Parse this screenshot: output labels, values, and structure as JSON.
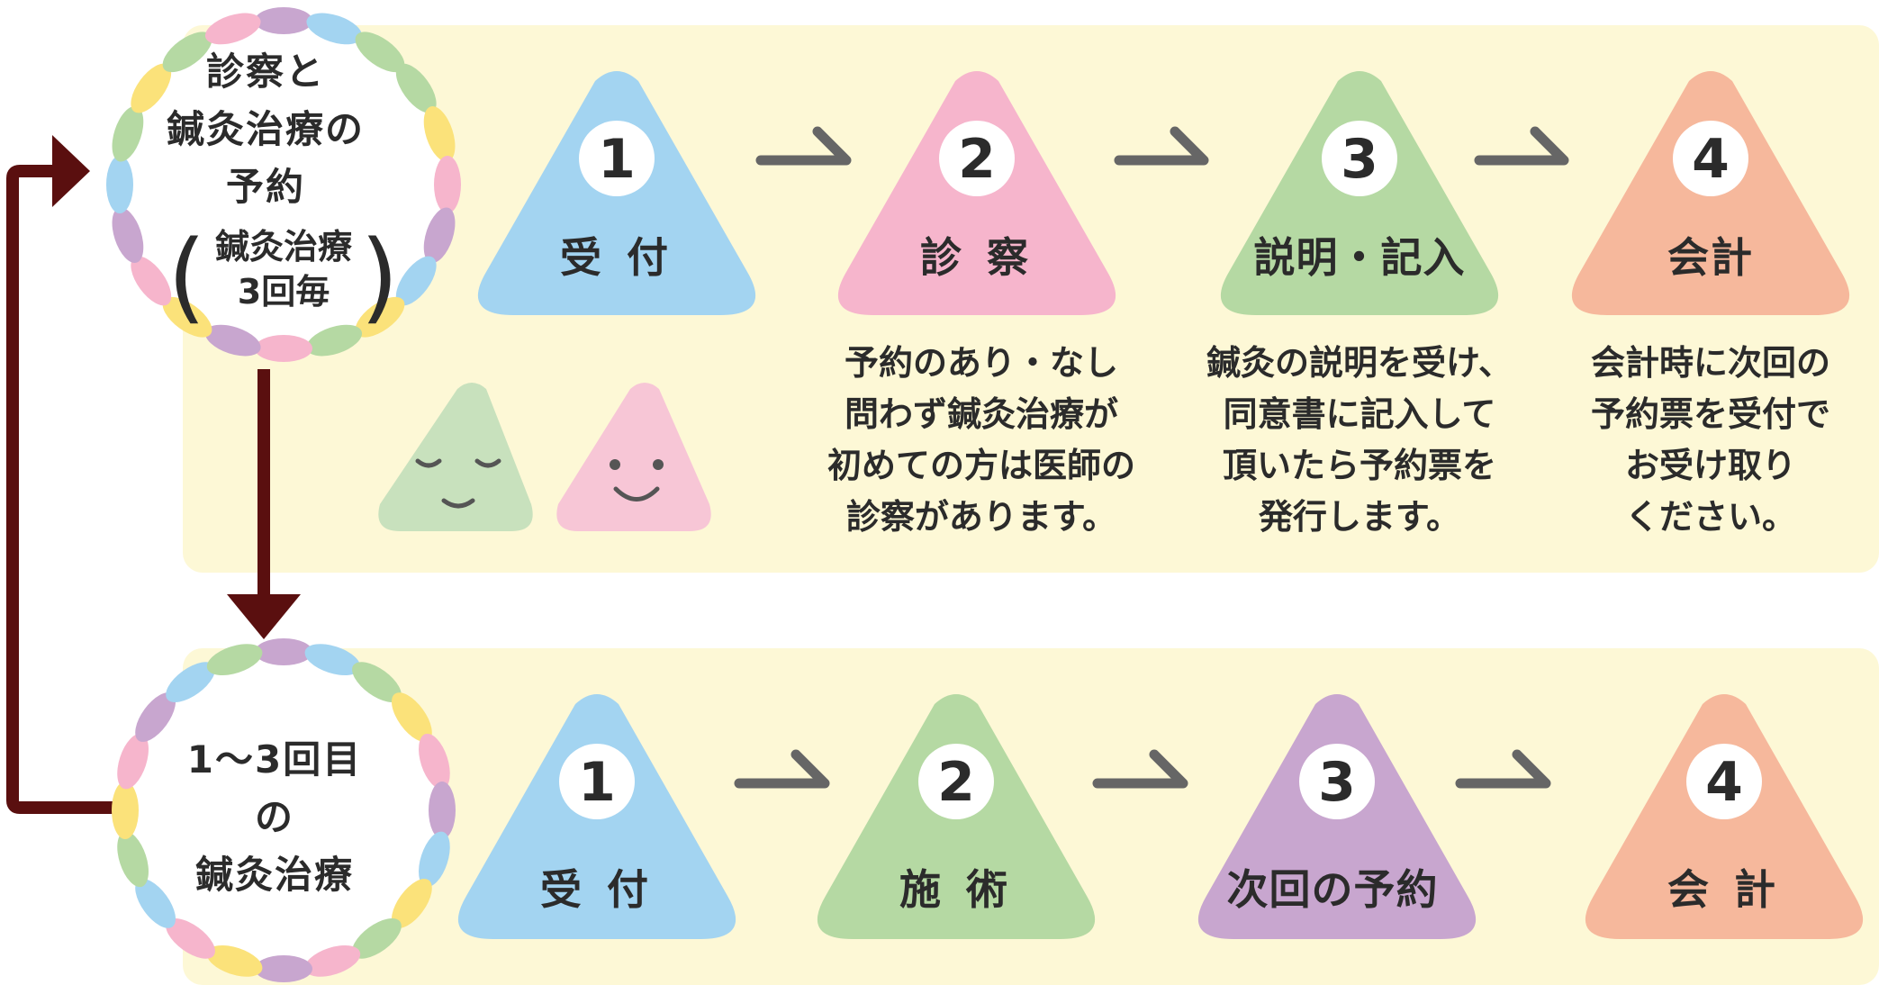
{
  "reservation_circle": {
    "line1": "診察と",
    "line2": "鍼灸治療の",
    "line3": "予約",
    "note_line1": "鍼灸治療",
    "note_line2": "3回毎"
  },
  "treatment_circle": {
    "line1": "1〜3回目",
    "line2": "の",
    "line3": "鍼灸治療"
  },
  "first_visit_steps": [
    {
      "number": "1",
      "title": "受 付",
      "color": "#a3d4f1",
      "description": ""
    },
    {
      "number": "2",
      "title": "診 察",
      "color": "#f6b5cc",
      "description": "予約のあり・なし\n問わず鍼灸治療が\n初めての方は医師の\n診察があります。"
    },
    {
      "number": "3",
      "title": "説明・記入",
      "color": "#b5d9a3",
      "description": "鍼灸の説明を受け、\n同意書に記入して\n頂いたら予約票を\n発行します。"
    },
    {
      "number": "4",
      "title": "会計",
      "color": "#f6b89c",
      "description": "会計時に次回の\n予約票を受付で\nお受け取り\nください。"
    }
  ],
  "treatment_steps": [
    {
      "number": "1",
      "title": "受 付",
      "color": "#a3d4f1"
    },
    {
      "number": "2",
      "title": "施 術",
      "color": "#b5d9a3"
    },
    {
      "number": "3",
      "title": "次回の予約",
      "color": "#c8a6cf"
    },
    {
      "number": "4",
      "title": "会 計",
      "color": "#f6b89c"
    }
  ],
  "mascots": [
    {
      "name": "sleepy-face",
      "color": "#c8e1bd"
    },
    {
      "name": "smiling-face",
      "color": "#f7c6d6"
    }
  ],
  "colors": {
    "panel_background": "#fdf8d6",
    "flow_arrow": "#5a0f0f",
    "step_arrow": "#666666",
    "petal_colors": [
      "#a3d4f1",
      "#b5d9a3",
      "#f6b5cc",
      "#c8a6cf",
      "#fbe27a"
    ]
  }
}
